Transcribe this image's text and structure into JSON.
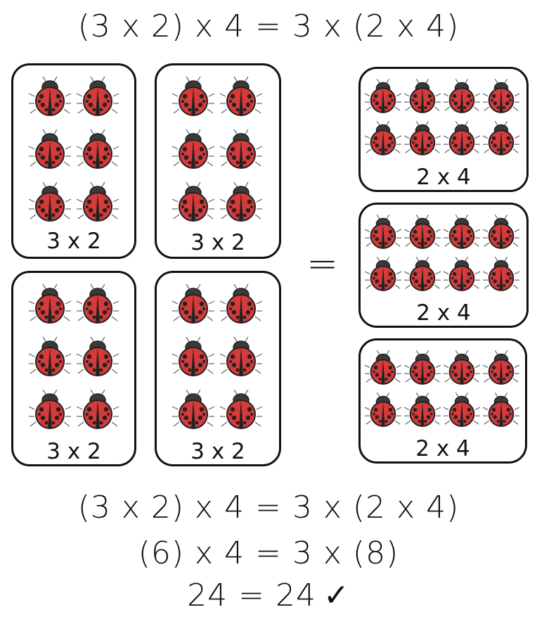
{
  "title": "(3 x 2) x 4 = 3 x (2 x 4)",
  "left_groups": [
    {
      "label": "3 x 2",
      "rows": 3,
      "cols": 2
    },
    {
      "label": "3 x 2",
      "rows": 3,
      "cols": 2
    },
    {
      "label": "3 x 2",
      "rows": 3,
      "cols": 2
    },
    {
      "label": "3 x 2",
      "rows": 3,
      "cols": 2
    }
  ],
  "equals_sign": "=",
  "right_groups": [
    {
      "label": "2 x 4",
      "rows": 2,
      "cols": 4
    },
    {
      "label": "2 x 4",
      "rows": 2,
      "cols": 4
    },
    {
      "label": "2 x 4",
      "rows": 2,
      "cols": 4
    }
  ],
  "lines": [
    "(3 x 2) x 4 = 3 x (2 x 4)",
    "(6) x 4 = 3 x (8)",
    "24 = 24"
  ],
  "check_icon": "✓",
  "colors": {
    "ladybug_shell": "#d63a3a",
    "ladybug_head": "#3a3a3a",
    "outline": "#222222"
  }
}
